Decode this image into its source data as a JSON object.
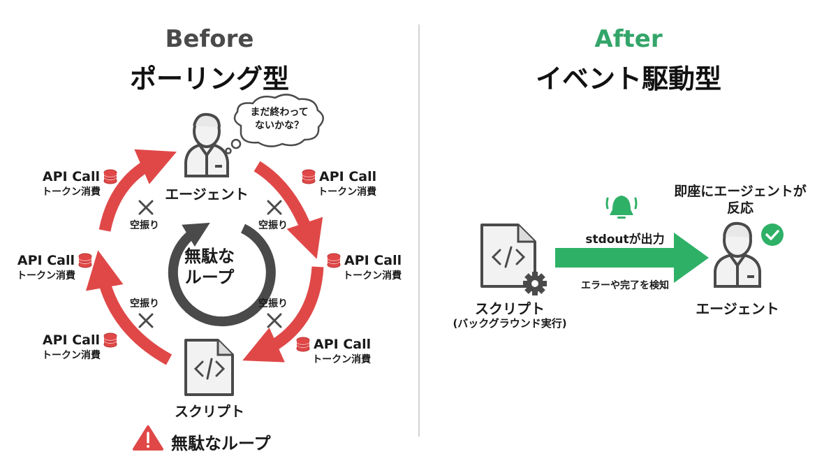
{
  "colors": {
    "before_title": "#4a4a4a",
    "after_title": "#34a56a",
    "loop_red": "#e04848",
    "green_arrow": "#2fb067",
    "icon_gray": "#4a4a4a"
  },
  "before": {
    "tag": "Before",
    "title": "ポーリング型",
    "agent_label": "エージェント",
    "thought_bubble": [
      "まだ終わって",
      "ないかな？"
    ],
    "center_loop_text": [
      "無駄な",
      "ループ"
    ],
    "script_label": "スクリプト",
    "warning_text": "無駄なループ",
    "api_calls": [
      {
        "title": "API Call",
        "sub": "トークン消費",
        "icon": "database-icon"
      },
      {
        "title": "API Call",
        "sub": "トークン消費",
        "icon": "database-icon"
      },
      {
        "title": "API Call",
        "sub": "トークン消費",
        "icon": "database-icon"
      },
      {
        "title": "API Call",
        "sub": "トークン消費",
        "icon": "database-icon"
      },
      {
        "title": "API Call",
        "sub": "トークン消費",
        "icon": "database-icon"
      },
      {
        "title": "API Call",
        "sub": "トークン消費",
        "icon": "database-icon"
      }
    ],
    "misses": [
      "空振り",
      "空振り",
      "空振り",
      "空振り"
    ]
  },
  "after": {
    "tag": "After",
    "title": "イベント駆動型",
    "script_label": "スクリプト",
    "script_sublabel": "(バックグラウンド実行)",
    "arrow_top_label": "stdoutが出力",
    "arrow_bottom_label": "エラーや完了を検知",
    "agent_caption": [
      "即座にエージェントが",
      "反応"
    ],
    "agent_label": "エージェント"
  }
}
